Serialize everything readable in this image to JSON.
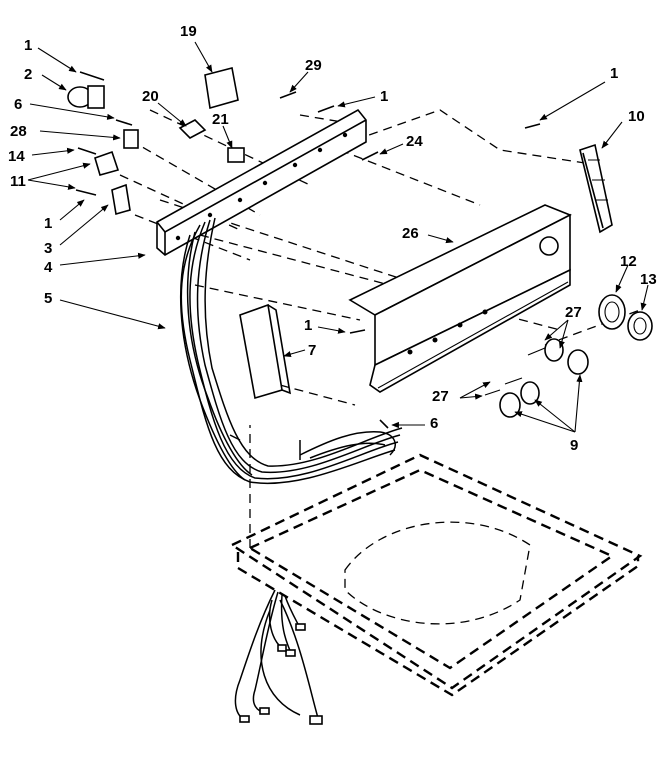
{
  "labels": {
    "p1a": "1",
    "p2": "2",
    "p6a": "6",
    "p28": "28",
    "p14": "14",
    "p11": "11",
    "p1b": "1",
    "p3": "3",
    "p4": "4",
    "p5": "5",
    "p19": "19",
    "p29": "29",
    "p20": "20",
    "p21": "21",
    "p1c": "1",
    "p24": "24",
    "p26": "26",
    "p1d": "1",
    "p10": "10",
    "p12": "12",
    "p13": "13",
    "p27a": "27",
    "p1e": "1",
    "p7": "7",
    "p27b": "27",
    "p6b": "6",
    "p9": "9"
  }
}
